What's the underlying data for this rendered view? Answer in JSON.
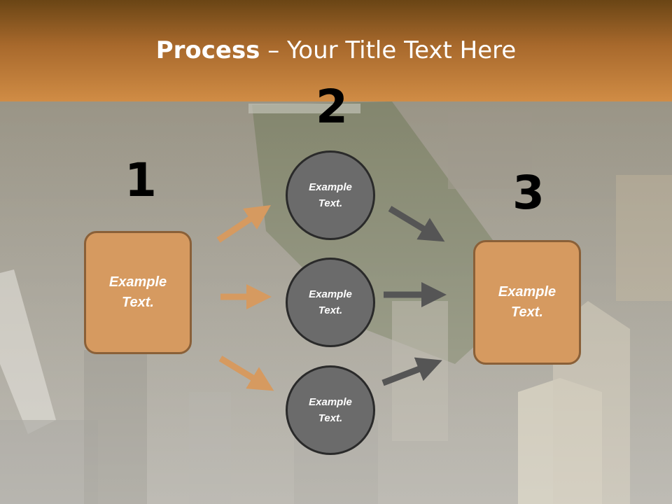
{
  "title": {
    "bold": "Process",
    "rest": " – Your Title Text Here"
  },
  "steps": [
    {
      "number": "1",
      "box_text_line1": "Example",
      "box_text_line2": "Text."
    },
    {
      "number": "2",
      "circles": [
        {
          "line1": "Example",
          "line2": "Text."
        },
        {
          "line1": "Example",
          "line2": "Text."
        },
        {
          "line1": "Example",
          "line2": "Text."
        }
      ]
    },
    {
      "number": "3",
      "box_text_line1": "Example",
      "box_text_line2": "Text."
    }
  ],
  "colors": {
    "header": "#c07a38",
    "box": "#d69a60",
    "circle": "#6b6b6b",
    "arrow_left": "#d69a60",
    "arrow_right": "#555555"
  }
}
